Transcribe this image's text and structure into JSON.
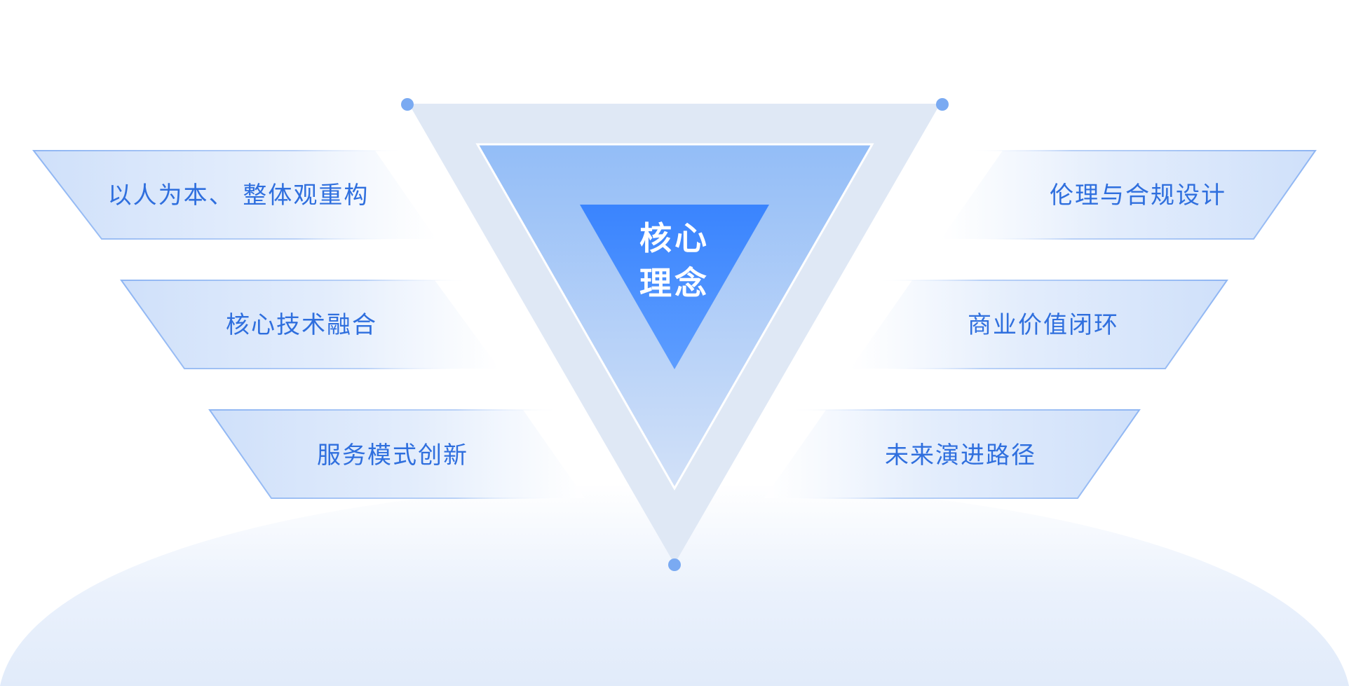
{
  "core": {
    "line1": "核心",
    "line2": "理念"
  },
  "left_items": [
    {
      "label": "以人为本、 整体观重构"
    },
    {
      "label": "核心技术融合"
    },
    {
      "label": "服务模式创新"
    }
  ],
  "right_items": [
    {
      "label": "伦理与合规设计"
    },
    {
      "label": "商业价值闭环"
    },
    {
      "label": "未来演进路径"
    }
  ],
  "colors": {
    "accent": "#3a86ff",
    "text": "#2f6fde",
    "dot": "#7aaaf2",
    "outer_triangle": "#dfe8f5",
    "panel_border": "#8fb6f3"
  }
}
